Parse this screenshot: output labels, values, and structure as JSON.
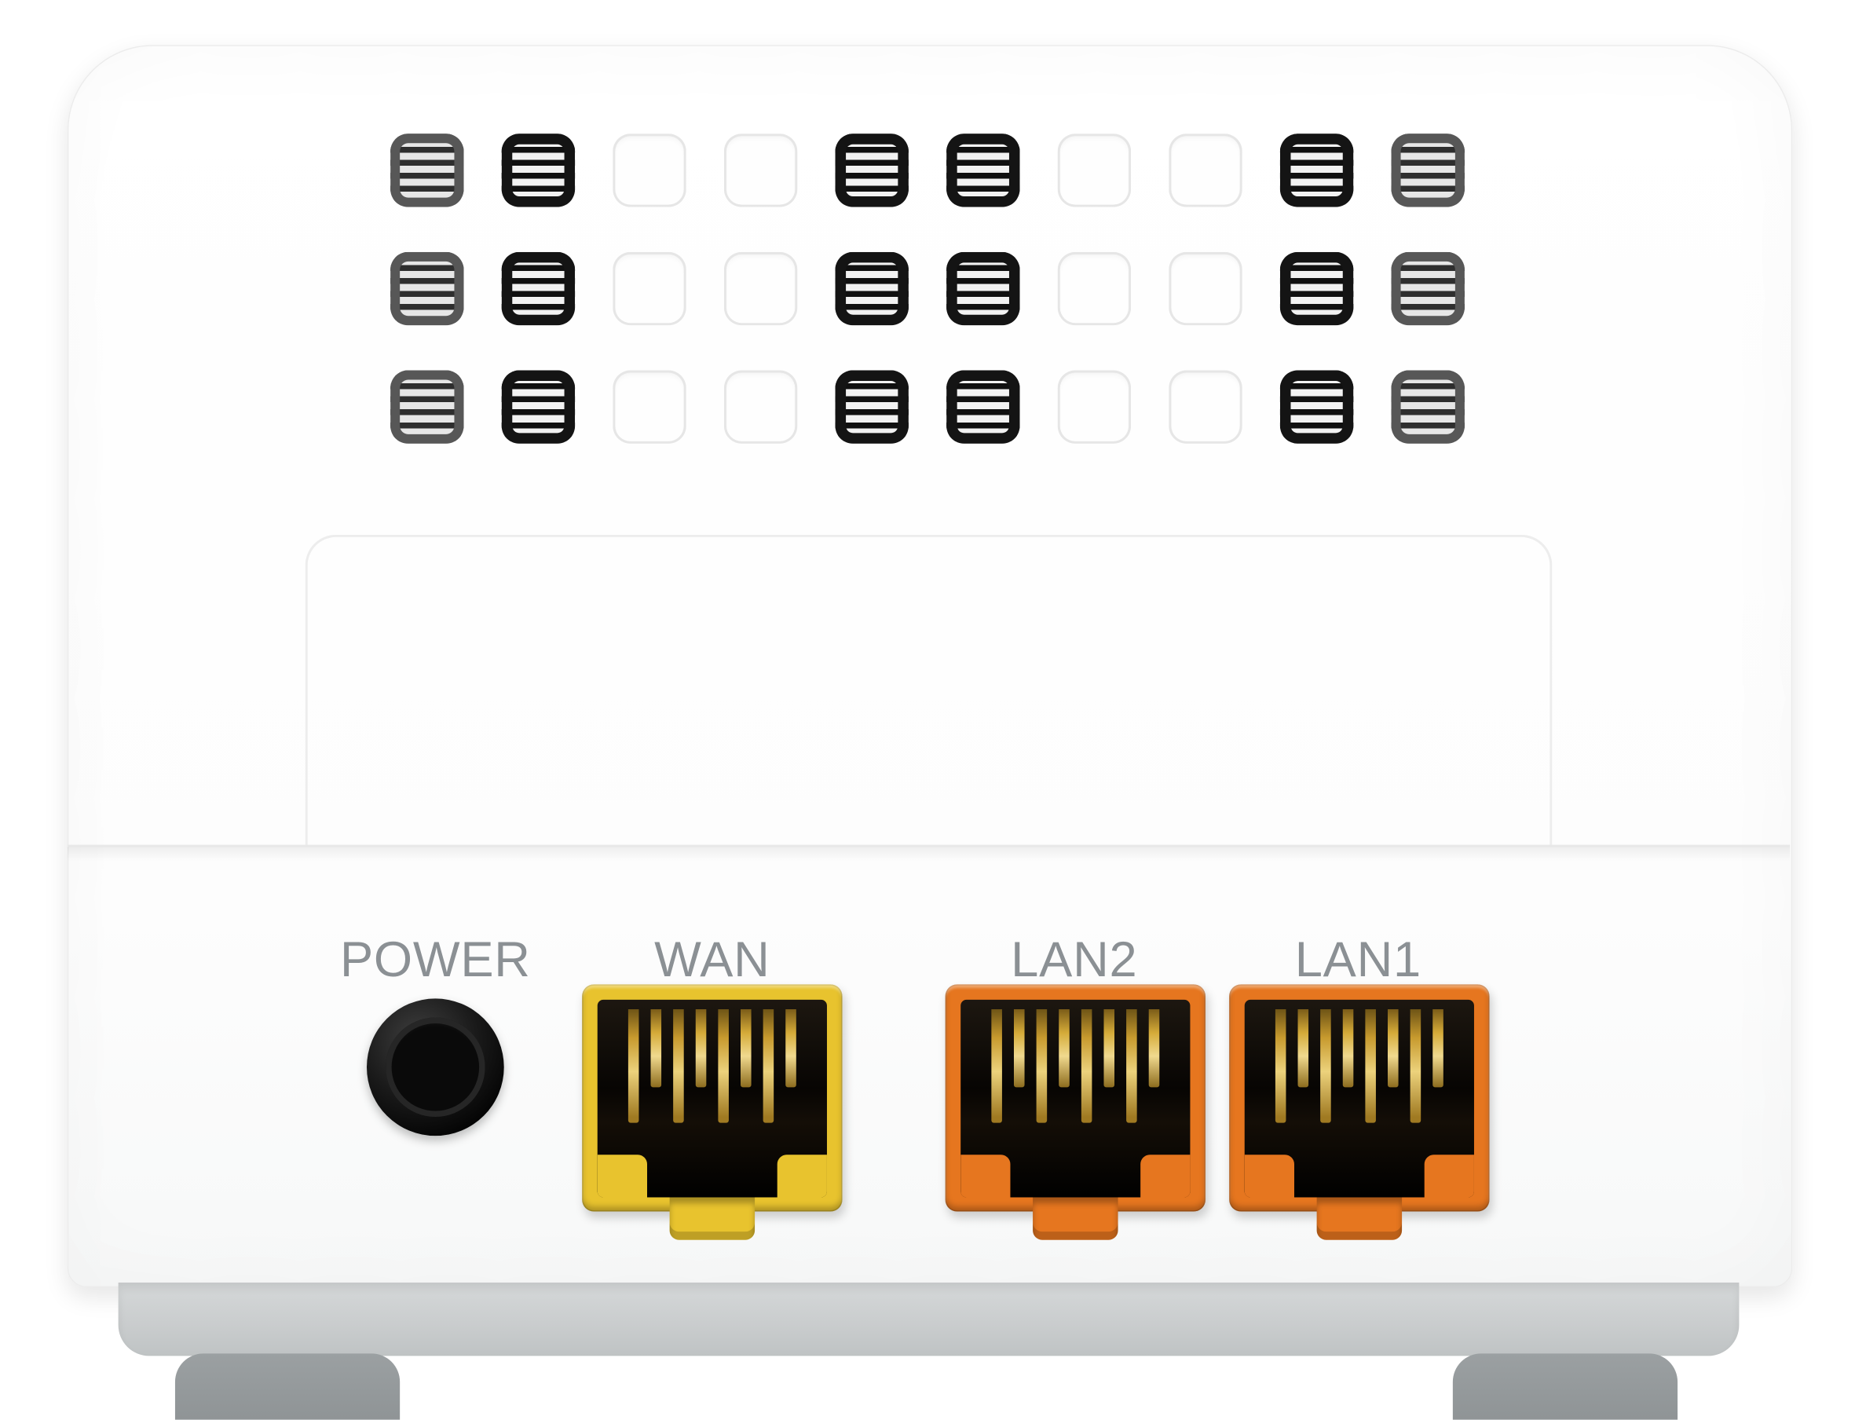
{
  "device": {
    "type": "router-rear-view-photo",
    "rj45_pin_count": 8,
    "colors": {
      "body": "#ffffff",
      "wan_port": "#e8c32e",
      "lan_port": "#e6761f",
      "power_jack": "#111111",
      "label_text": "#8b9094",
      "base": "#c9cccd"
    },
    "ports": [
      {
        "id": "power",
        "label": "POWER",
        "kind": "dc-barrel-jack",
        "color": "#111111"
      },
      {
        "id": "wan",
        "label": "WAN",
        "kind": "rj45",
        "color": "#e8c32e"
      },
      {
        "id": "lan2",
        "label": "LAN2",
        "kind": "rj45",
        "color": "#e6761f"
      },
      {
        "id": "lan1",
        "label": "LAN1",
        "kind": "rj45",
        "color": "#e6761f"
      }
    ],
    "vents": {
      "rows": 3,
      "cols": 10,
      "pattern": [
        "mid",
        "dark",
        "light",
        "light",
        "dark",
        "dark",
        "light",
        "light",
        "dark",
        "mid"
      ]
    }
  }
}
